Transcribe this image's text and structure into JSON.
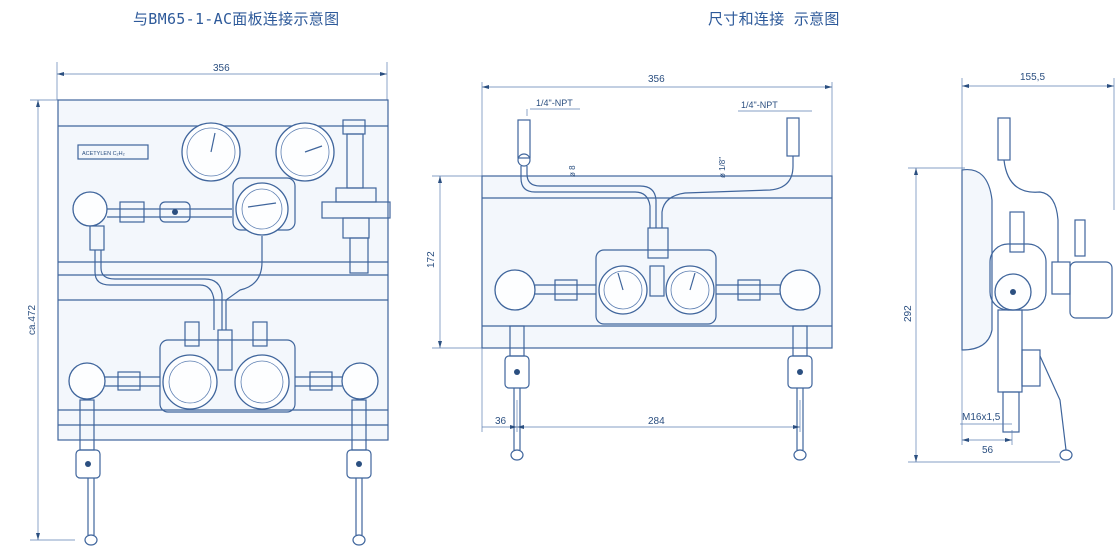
{
  "titles": {
    "left": "与BM65-1-AC面板连接示意图",
    "right": "尺寸和连接 示意图"
  },
  "left_view": {
    "width_dim": "356",
    "height_dim": "ca.472",
    "label_gas": "ACETYLEN  C₂H₂"
  },
  "front_view": {
    "width_dim": "356",
    "height_dim": "172",
    "npt_left": "1/4\"-NPT",
    "npt_right": "1/4\"-NPT",
    "dia_8": "ø 8",
    "dia_1_8": "ø 1/8\"",
    "offset_dim": "36",
    "spacing_dim": "284"
  },
  "side_view": {
    "width_dim": "155,5",
    "height_dim": "292",
    "thread": "M16x1,5",
    "thread_dim": "56"
  },
  "colors": {
    "line": "#3f659c",
    "text": "#2b4f80",
    "title": "#2e5a9a"
  }
}
